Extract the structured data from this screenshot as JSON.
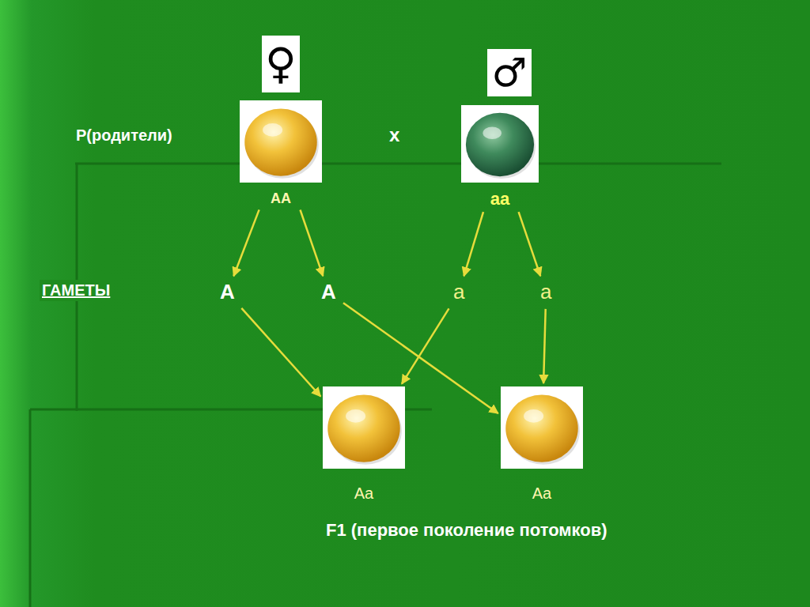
{
  "diagram": {
    "caption": "F1 (первое поколение потомков)",
    "nodes": [
      {
        "text": [
          "AA"
        ]
      },
      {
        "text": [
          "aa"
        ]
      },
      {
        "text": [
          "A"
        ]
      },
      {
        "text": [
          "A"
        ]
      },
      {
        "text": [
          "a"
        ]
      },
      {
        "text": [
          "a"
        ]
      },
      {
        "text": [
          "Aa"
        ]
      },
      {
        "text": [
          "Aa"
        ]
      }
    ],
    "edges": [
      {
        "from": 0,
        "to": 2,
        "arrow": "to"
      },
      {
        "from": 0,
        "to": 3,
        "arrow": "to"
      },
      {
        "from": 1,
        "to": 4,
        "arrow": "to"
      },
      {
        "from": 1,
        "to": 5,
        "arrow": "to"
      },
      {
        "from": 2,
        "to": 6,
        "arrow": "to"
      },
      {
        "from": 4,
        "to": 6,
        "arrow": "to"
      },
      {
        "from": 3,
        "to": 7,
        "arrow": "to"
      },
      {
        "from": 5,
        "to": 7,
        "arrow": "to"
      }
    ],
    "labels": [
      "♀",
      "♂",
      "Р(родители)",
      "x",
      "ГАМЕТЫ"
    ]
  }
}
